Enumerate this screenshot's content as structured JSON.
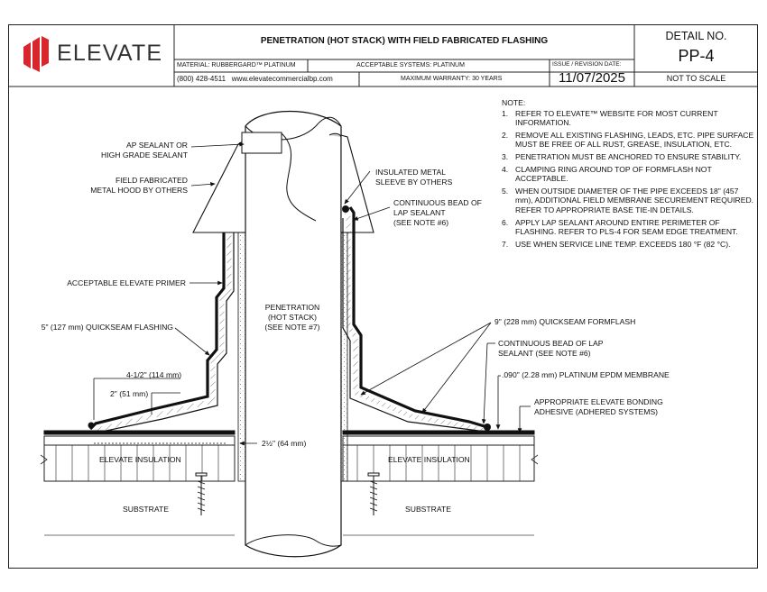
{
  "brand": {
    "name": "ELEVATE",
    "logo": "elevate-logo-icon",
    "color": "#d9262c"
  },
  "title_block": {
    "title": "PENETRATION (HOT STACK) WITH FIELD FABRICATED FLASHING",
    "material": "MATERIAL: RUBBERGARD™ PLATINUM",
    "systems": "ACCEPTABLE SYSTEMS: PLATINUM",
    "issue_label": "ISSUE / REVISION DATE:",
    "phone_web": "(800) 428-4511   www.elevatecommercialbp.com",
    "warranty": "MAXIMUM WARRANTY: 30 YEARS",
    "date": "11/07/2025",
    "detail_label": "DETAIL NO.",
    "detail_no": "PP-4",
    "scale": "NOT TO SCALE"
  },
  "notes": {
    "heading": "NOTE:",
    "items": [
      {
        "num": "1.",
        "text": "REFER TO ELEVATE™ WEBSITE FOR MOST CURRENT INFORMATION."
      },
      {
        "num": "2.",
        "text": "REMOVE ALL EXISTING FLASHING, LEADS, ETC.  PIPE SURFACE MUST BE FREE OF ALL RUST, GREASE, INSULATION, ETC."
      },
      {
        "num": "3.",
        "text": "PENETRATION MUST BE ANCHORED TO ENSURE STABILITY."
      },
      {
        "num": "4.",
        "text": "CLAMPING RING AROUND TOP OF FORMFLASH NOT ACCEPTABLE."
      },
      {
        "num": "5.",
        "text": "WHEN OUTSIDE DIAMETER OF THE PIPE EXCEEDS 18\" (457 mm), ADDITIONAL FIELD MEMBRANE SECUREMENT REQUIRED. REFER TO APPROPRIATE BASE TIE-IN DETAILS."
      },
      {
        "num": "6.",
        "text": "APPLY LAP SEALANT AROUND ENTIRE PERIMETER OF FLASHING.  REFER TO PLS-4 FOR SEAM EDGE TREATMENT."
      },
      {
        "num": "7.",
        "text": "USE WHEN SERVICE LINE TEMP. EXCEEDS 180 °F (82 °C)."
      }
    ]
  },
  "labels": {
    "ap_sealant_1": "AP SEALANT OR",
    "ap_sealant_2": "HIGH GRADE SEALANT",
    "hood_1": "FIELD FABRICATED",
    "hood_2": "METAL HOOD BY OTHERS",
    "sleeve_1": "INSULATED METAL",
    "sleeve_2": "SLEEVE BY OTHERS",
    "bead_top_1": "CONTINUOUS BEAD OF",
    "bead_top_2": "LAP SEALANT",
    "bead_top_3": "(SEE NOTE #6)",
    "primer": "ACCEPTABLE  ELEVATE PRIMER",
    "penetration_1": "PENETRATION",
    "penetration_2": "(HOT STACK)",
    "penetration_3": "(SEE NOTE  #7)",
    "quickseam_flashing": "5\" (127 mm) QUICKSEAM FLASHING",
    "formflash": "9\" (228 mm) QUICKSEAM FORMFLASH",
    "bead_low_1": "CONTINUOUS BEAD OF LAP",
    "bead_low_2": "SEALANT (SEE NOTE #6)",
    "dim_45": "4-1/2\" (114 mm)",
    "dim_2": "2\" (51 mm)",
    "membrane": ".090\" (2.28 mm) PLATINUM EPDM MEMBRANE",
    "adhesive_1": "APPROPRIATE ELEVATE BONDING",
    "adhesive_2": "ADHESIVE (ADHERED SYSTEMS)",
    "dim_25": "2½\" (64 mm)",
    "insulation_left": "ELEVATE INSULATION",
    "insulation_right": "ELEVATE INSULATION",
    "substrate_left": "SUBSTRATE",
    "substrate_right": "SUBSTRATE"
  }
}
